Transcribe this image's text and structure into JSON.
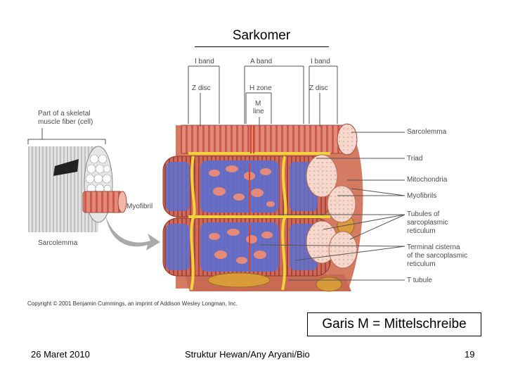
{
  "slide": {
    "title": "Sarkomer",
    "note_box": "Garis M = Mittelschreibe",
    "footer_left": "26 Maret 2010",
    "footer_center": "Struktur Hewan/Any Aryani/Bio",
    "page_number": "19"
  },
  "figure": {
    "top_labels": {
      "i_band_left": "I band",
      "a_band": "A band",
      "i_band_right": "I band",
      "z_disc_left": "Z disc",
      "h_zone": "H zone",
      "z_disc_right": "Z disc",
      "m_line_1": "M",
      "m_line_2": "line"
    },
    "left_labels": {
      "fiber_1": "Part of a skeletal",
      "fiber_2": "muscle fiber (cell)",
      "myofibril": "Myofibril",
      "sarcolemma": "Sarcolemma"
    },
    "right_labels": {
      "sarcolemma": "Sarcolemma",
      "triad": "Triad",
      "mitochondria": "Mitochondria",
      "myofibrils": "Myofibrils",
      "tubules_1": "Tubules of",
      "tubules_2": "sarcoplasmic",
      "tubules_3": "reticulum",
      "terminal_1": "Terminal cisterna",
      "terminal_2": "of the sarcoplasmic",
      "terminal_3": "reticulum",
      "t_tubule": "T tubule"
    },
    "copyright": "Copyright © 2001 Benjamin Cummings, an imprint of Addison Wesley Longman, Inc.",
    "colors": {
      "myofibril": "#e07a6a",
      "reticulum": "#5b6fd0",
      "t_tubule": "#f1d23a",
      "cisterna": "#f3c8b8",
      "mitochondria": "#d99a3a"
    }
  }
}
